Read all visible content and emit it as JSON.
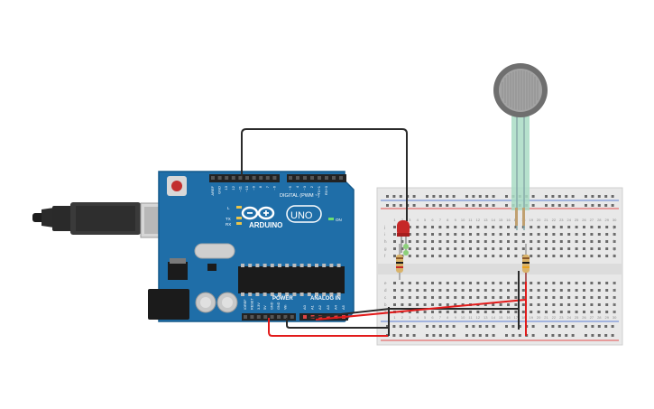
{
  "arduino": {
    "brand": "ARDUINO",
    "model": "UNO",
    "digital_label": "DIGITAL (PWM ~)",
    "power_label": "POWER",
    "analog_label": "ANALOG IN",
    "on_label": "ON",
    "led_labels": [
      "L",
      "TX",
      "RX"
    ],
    "top_pins": [
      "AREF",
      "GND",
      "13",
      "12",
      "~11",
      "~10",
      "~9",
      "8",
      "7",
      "~6",
      "~5",
      "4",
      "~3",
      "2",
      "TX+1",
      "RX+0"
    ],
    "power_pins": [
      "IOREF",
      "RESET",
      "3.3V",
      "5V",
      "GND",
      "GND",
      "Vin"
    ],
    "analog_pins": [
      "A0",
      "A1",
      "A2",
      "A3",
      "A4",
      "A5"
    ]
  },
  "breadboard": {
    "row_letters_top": [
      "j",
      "i",
      "h",
      "g",
      "f"
    ],
    "row_letters_bottom": [
      "e",
      "d",
      "c",
      "b",
      "a"
    ],
    "col_numbers": [
      "1",
      "2",
      "3",
      "4",
      "5",
      "6",
      "7",
      "8",
      "9",
      "10",
      "11",
      "12",
      "13",
      "14",
      "15",
      "16",
      "17",
      "18",
      "19",
      "20",
      "21",
      "22",
      "23",
      "24",
      "25",
      "26",
      "27",
      "28",
      "29",
      "30"
    ]
  },
  "colors": {
    "board": "#1f6ea8",
    "breadboard": "#e8e8e8",
    "wire_black": "#2a2a2a",
    "wire_red": "#e21b1b",
    "led": "#c62828",
    "fsr": "#6f6f6f"
  }
}
